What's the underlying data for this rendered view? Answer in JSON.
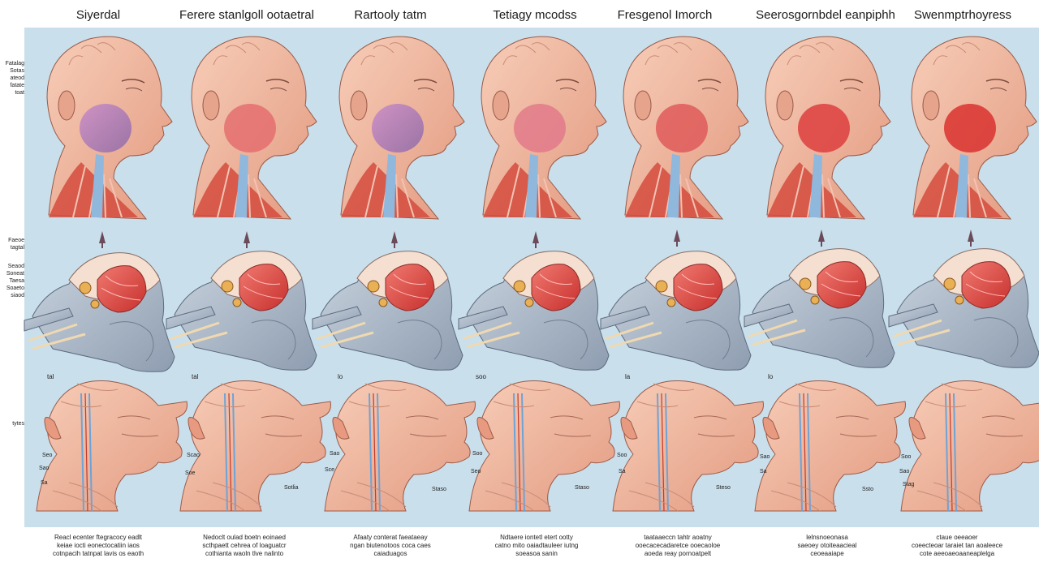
{
  "columns": [
    {
      "title": "Siyerdal",
      "caption": [
        "Reacl ecenter ftegracocy eadlt",
        "keiae iocti eonectocatiin iaos",
        "cotnpacih tatnpat lavis os eaoth"
      ],
      "low_num": "tal",
      "labels": [
        "Seo",
        "Sao",
        "Sa"
      ]
    },
    {
      "title": "Ferere stanlgoll ootaetral",
      "caption": [
        "Nedoclt oulad boetn eoinaed",
        "scthpaett cehrea of loaguatcr",
        "cothianta waoln tlve nalinto"
      ],
      "low_num": "tal",
      "labels": [
        "Scao",
        "Soe",
        "Sotlia"
      ]
    },
    {
      "title": "Rartooly tatm",
      "caption": [
        "Afaaty conterat faeataeay",
        "ngan biutenotoos coca caes",
        "caiaduagos"
      ],
      "low_num": "lo",
      "labels": [
        "Sao",
        "Sce",
        "Staso"
      ]
    },
    {
      "title": "Tetiagy mcodss",
      "caption": [
        "Ndtaere iontetl etert ootty",
        "catno mito oaiadtauleer iutng",
        "soeasoa sanin"
      ],
      "low_num": "soo",
      "labels": [
        "Soo",
        "Seo",
        "Staso"
      ]
    },
    {
      "title": "Fresgenol Imorch",
      "caption": [
        "taataaeccn tahtr aoatny",
        "ooecacecadaretce ooecaoloe",
        "aoeda reay pornoatpelt"
      ],
      "low_num": "la",
      "labels": [
        "Soo",
        "Sa",
        "Steso"
      ]
    },
    {
      "title": "Seerosgornbdel eanpiphh",
      "caption": [
        "lelnsnoeonasa",
        "saeoey otoiteaacieal",
        "ceoeaaiape"
      ],
      "low_num": "lo",
      "labels": [
        "Sao",
        "Sa",
        "Ssto"
      ]
    },
    {
      "title": "Swenmptrhoyress",
      "caption": [
        "ctaue oeeaoer",
        "coeecteoar taraiet tan aoaleece",
        "cote aeeoaeoaaneaplelga"
      ],
      "low_num": "",
      "labels": [
        "Soo",
        "Sao",
        "Stag"
      ]
    }
  ],
  "side_labels": {
    "row1": [
      "Fatalag",
      "Sotas",
      "ateod",
      "fatate",
      "toat"
    ],
    "row2a": [
      "Faeoe",
      "tagtal"
    ],
    "row2b": [
      "Seaod",
      "Soneat",
      "Taesa",
      "Soaeto",
      "siaod"
    ],
    "row3": [
      "tytes"
    ]
  },
  "colors": {
    "background_panel": "#c9dfec",
    "skin": "#f2b79f",
    "skin_shade": "#e59a80",
    "muscle": "#d63a34",
    "gland": "#b07cc6",
    "vein": "#9ec3e0",
    "bone": "#f0d9b0",
    "cartilage": "#a9b8c8"
  },
  "icons": [
    "up-arrow-icon"
  ]
}
